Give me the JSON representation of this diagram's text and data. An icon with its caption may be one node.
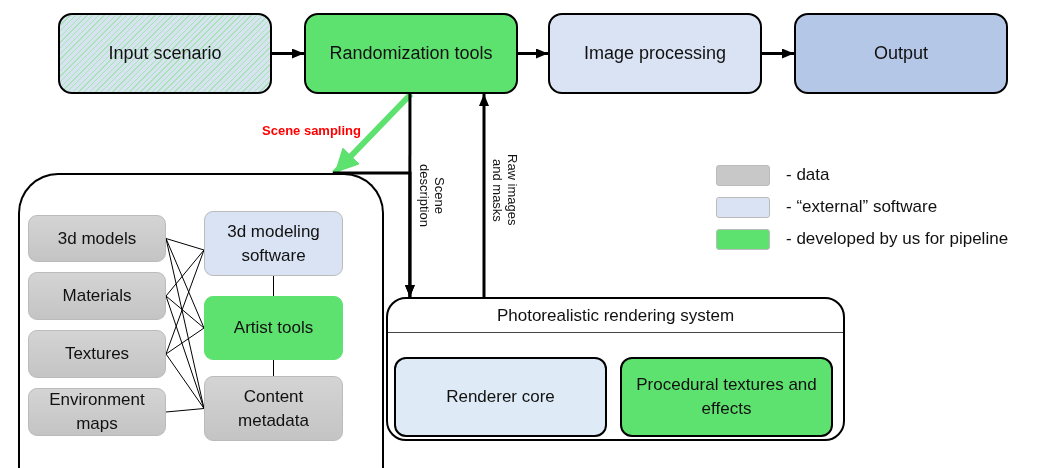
{
  "diagram": {
    "nodes": [
      {
        "text": [
          "Input scenario"
        ]
      },
      {
        "text": [
          "Randomization tools"
        ]
      },
      {
        "text": [
          "Image processing"
        ]
      },
      {
        "text": [
          "Output"
        ]
      },
      {
        "text": [],
        "shape": "box"
      },
      {
        "text": [
          "3d models"
        ],
        "in": 4
      },
      {
        "text": [
          "Materials"
        ],
        "in": 4
      },
      {
        "text": [
          "Textures"
        ],
        "in": 4
      },
      {
        "text": [
          "Environment maps"
        ],
        "in": 4
      },
      {
        "text": [
          "3d modeling software"
        ],
        "in": 4
      },
      {
        "text": [
          "Artist tools"
        ],
        "in": 4
      },
      {
        "text": [
          "Content metadata"
        ],
        "in": 4
      },
      {
        "text": [
          "Photorealistic rendering system"
        ]
      },
      {
        "text": [
          "Renderer core"
        ],
        "in": 12
      },
      {
        "text": [
          "Procedural textures and effects"
        ],
        "in": 12
      }
    ],
    "edges": [
      {
        "from": 0,
        "to": 1,
        "arrow": "to",
        "style": "thick"
      },
      {
        "from": 1,
        "to": 2,
        "arrow": "to",
        "style": "thick"
      },
      {
        "from": 2,
        "to": 3,
        "arrow": "to",
        "style": "thick"
      },
      {
        "from": 1,
        "to": 4,
        "arrow": "to",
        "label": "Scene sampling",
        "style": "thick",
        "color": "#5ee26f"
      },
      {
        "from": 1,
        "to": 12,
        "arrow": "to",
        "label": "Scene description",
        "style": "thick"
      },
      {
        "from": 4,
        "to": 12,
        "arrow": "to",
        "style": "thick"
      },
      {
        "from": 12,
        "to": 1,
        "arrow": "to",
        "label": "Raw images and masks",
        "style": "thick"
      },
      {
        "from": 5,
        "to": 9,
        "arrow": "none"
      },
      {
        "from": 5,
        "to": 10,
        "arrow": "none"
      },
      {
        "from": 5,
        "to": 11,
        "arrow": "none"
      },
      {
        "from": 6,
        "to": 9,
        "arrow": "none"
      },
      {
        "from": 6,
        "to": 10,
        "arrow": "none"
      },
      {
        "from": 6,
        "to": 11,
        "arrow": "none"
      },
      {
        "from": 7,
        "to": 9,
        "arrow": "none"
      },
      {
        "from": 7,
        "to": 10,
        "arrow": "none"
      },
      {
        "from": 7,
        "to": 11,
        "arrow": "none"
      },
      {
        "from": 8,
        "to": 11,
        "arrow": "none"
      },
      {
        "from": 9,
        "to": 10,
        "arrow": "none"
      },
      {
        "from": 10,
        "to": 11,
        "arrow": "none"
      }
    ],
    "legend": [
      {
        "text": "- data",
        "color": "#c8c8c8"
      },
      {
        "text": "- “external” software",
        "color": "#dae3f3"
      },
      {
        "text": "- developed by us for pipeline",
        "color": "#5ee26f"
      }
    ]
  }
}
